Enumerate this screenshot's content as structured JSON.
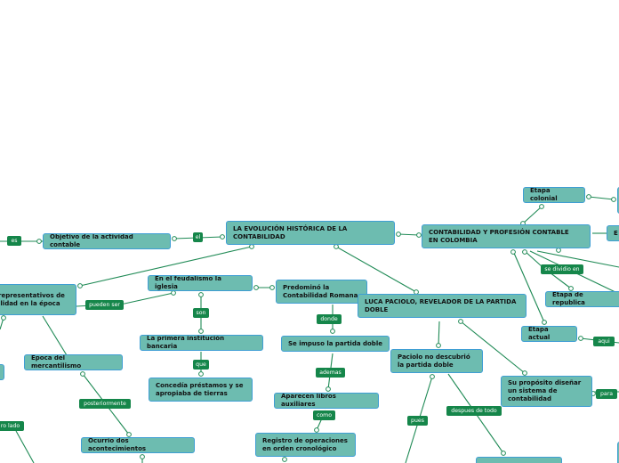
{
  "colors": {
    "node_fill": "#6dbcb0",
    "node_border": "#3f9ed4",
    "line": "#1f8a55",
    "label_fill": "#15864a",
    "label_text": "#ffffff"
  },
  "nodes": {
    "main": "LA EVOLUCIÓN HISTÓRICA DE LA\nCONTABILIDAD",
    "objetivo": "Objetivo de la actividad contable",
    "representativos": "representativos de\nilidad en la época",
    "feudalismo": "En el feudalismo la iglesia",
    "institucion": "La primera institución bancaria",
    "prestamos": "Concedía préstamos y se\napropiaba de tierras",
    "predomino": "Predominó la\nContabilidad Romana",
    "impuso": "Se impuso la partida doble",
    "libros": "Aparecen libros auxiliares",
    "registro": "Registro de operaciones\nen orden cronológico",
    "luca": "LUCA PACIOLO, REVELADOR DE LA PARTIDA\nDOBLE",
    "paciolo": "Paciolo no descubrió\nla partida doble",
    "proposito": "Su propósito diseñar\nun sistema de\ncontabilidad",
    "mercantilismo": "Época del mercantilismo",
    "ocurrio": "Ocurrio dos acontecimientos",
    "colombia": "CONTABILIDAD Y PROFESIÓN CONTABLE\nEN COLOMBIA",
    "colonial": "Etapa colonial",
    "republica": "Etapa de republica",
    "actual": "Etapa actual",
    "e_partial": "E"
  },
  "labels": {
    "es": "es",
    "el": "el",
    "pueden_ser": "pueden ser",
    "son": "son",
    "que": "que",
    "donde": "donde",
    "ademas": "ademas",
    "como": "como",
    "pues": "pues",
    "despues_de_todo": "despues de todo",
    "posteriormente": "posteriormente",
    "otro_lado": "ro lado",
    "se_dividio_en": "se dividio en",
    "aqui": "aqui",
    "para": "para"
  }
}
